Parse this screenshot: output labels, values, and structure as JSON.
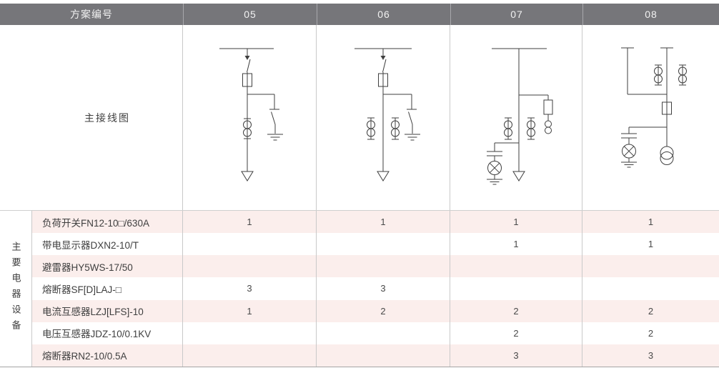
{
  "table": {
    "header": {
      "scheme_label": "方案编号",
      "schemes": [
        "05",
        "06",
        "07",
        "08"
      ]
    },
    "wiring_row_label": "主接线图",
    "equipment": {
      "vertical_label": "主要电器设备",
      "rows": [
        {
          "name": "负荷开关FN12-10□/630A",
          "qty": [
            "1",
            "1",
            "1",
            "1"
          ]
        },
        {
          "name": "带电显示器DXN2-10/T",
          "qty": [
            "",
            "",
            "1",
            "1"
          ]
        },
        {
          "name": "避雷器HY5WS-17/50",
          "qty": [
            "",
            "",
            "",
            ""
          ]
        },
        {
          "name": "熔断器SF[D]LAJ-□",
          "qty": [
            "3",
            "3",
            "",
            ""
          ]
        },
        {
          "name": "电流互感器LZJ[LFS]-10",
          "qty": [
            "1",
            "2",
            "2",
            "2"
          ]
        },
        {
          "name": "电压互感器JDZ-10/0.1KV",
          "qty": [
            "",
            "",
            "2",
            "2"
          ]
        },
        {
          "name": "熔断器RN2-10/0.5A",
          "qty": [
            "",
            "",
            "3",
            "3"
          ]
        }
      ]
    }
  },
  "colors": {
    "header_bg": "#76767a",
    "header_text": "#f2f2f2",
    "row_pink": "#fbeeec",
    "row_white": "#ffffff",
    "grid_border": "#c9c9c9",
    "bottom_border": "#a5a5a5",
    "diagram_stroke": "#3f3f3f"
  }
}
